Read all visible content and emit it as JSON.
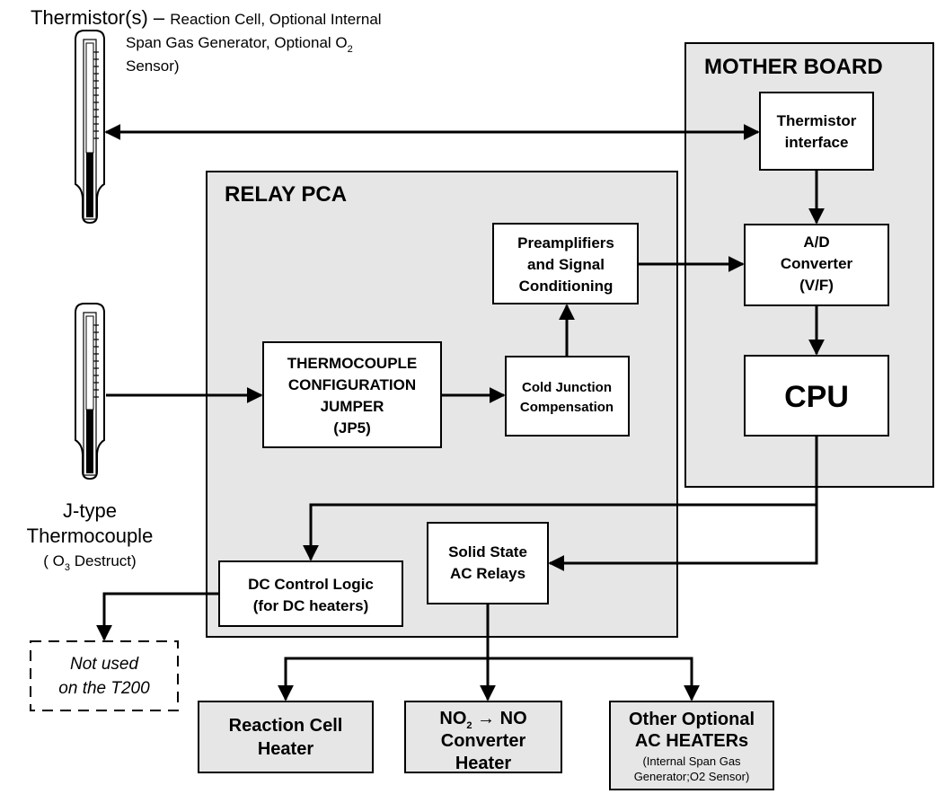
{
  "thermistor_label": {
    "main": "Thermistor(s)",
    "dash": " – ",
    "line1": "Reaction Cell, Optional Internal",
    "line2": "Span Gas Generator, Optional O",
    "line2_sub": "2",
    "line3": "Sensor)"
  },
  "thermocouple_label": {
    "line1": "J-type",
    "line2": "Thermocouple",
    "line3_prefix": "( O",
    "line3_sub": "3",
    "line3_suffix": " Destruct)"
  },
  "mother_board": {
    "title": "MOTHER BOARD",
    "thermistor_interface": [
      "Thermistor",
      "interface"
    ],
    "ad_converter": [
      "A/D",
      "Converter",
      "(V/F)"
    ],
    "cpu": "CPU"
  },
  "relay_pca": {
    "title": "RELAY PCA",
    "preamplifiers": [
      "Preamplifiers",
      "and Signal",
      "Conditioning"
    ],
    "thermocouple_jumper": [
      "THERMOCOUPLE",
      "CONFIGURATION",
      "JUMPER",
      "(JP5)"
    ],
    "cold_junction": [
      "Cold Junction",
      "Compensation"
    ],
    "solid_state_relays": [
      "Solid State",
      "AC Relays"
    ],
    "dc_control_logic": [
      "DC Control Logic",
      "(for DC heaters)"
    ]
  },
  "not_used": [
    "Not used",
    "on the T200"
  ],
  "heaters": {
    "reaction_cell": [
      "Reaction Cell",
      "Heater"
    ],
    "no2_converter": {
      "line1_prefix": "NO",
      "line1_sub": "2",
      "line1_arrow": " → ",
      "line1_suffix": "NO",
      "line2": "Converter",
      "line3": "Heater"
    },
    "other_optional": {
      "line1": "Other Optional",
      "line2": "AC HEATERs",
      "line3": "(Internal Span Gas",
      "line4": "Generator;O2 Sensor)"
    }
  },
  "colors": {
    "board_fill": "#e6e6e6",
    "line": "#000000",
    "box_fill": "#ffffff"
  }
}
